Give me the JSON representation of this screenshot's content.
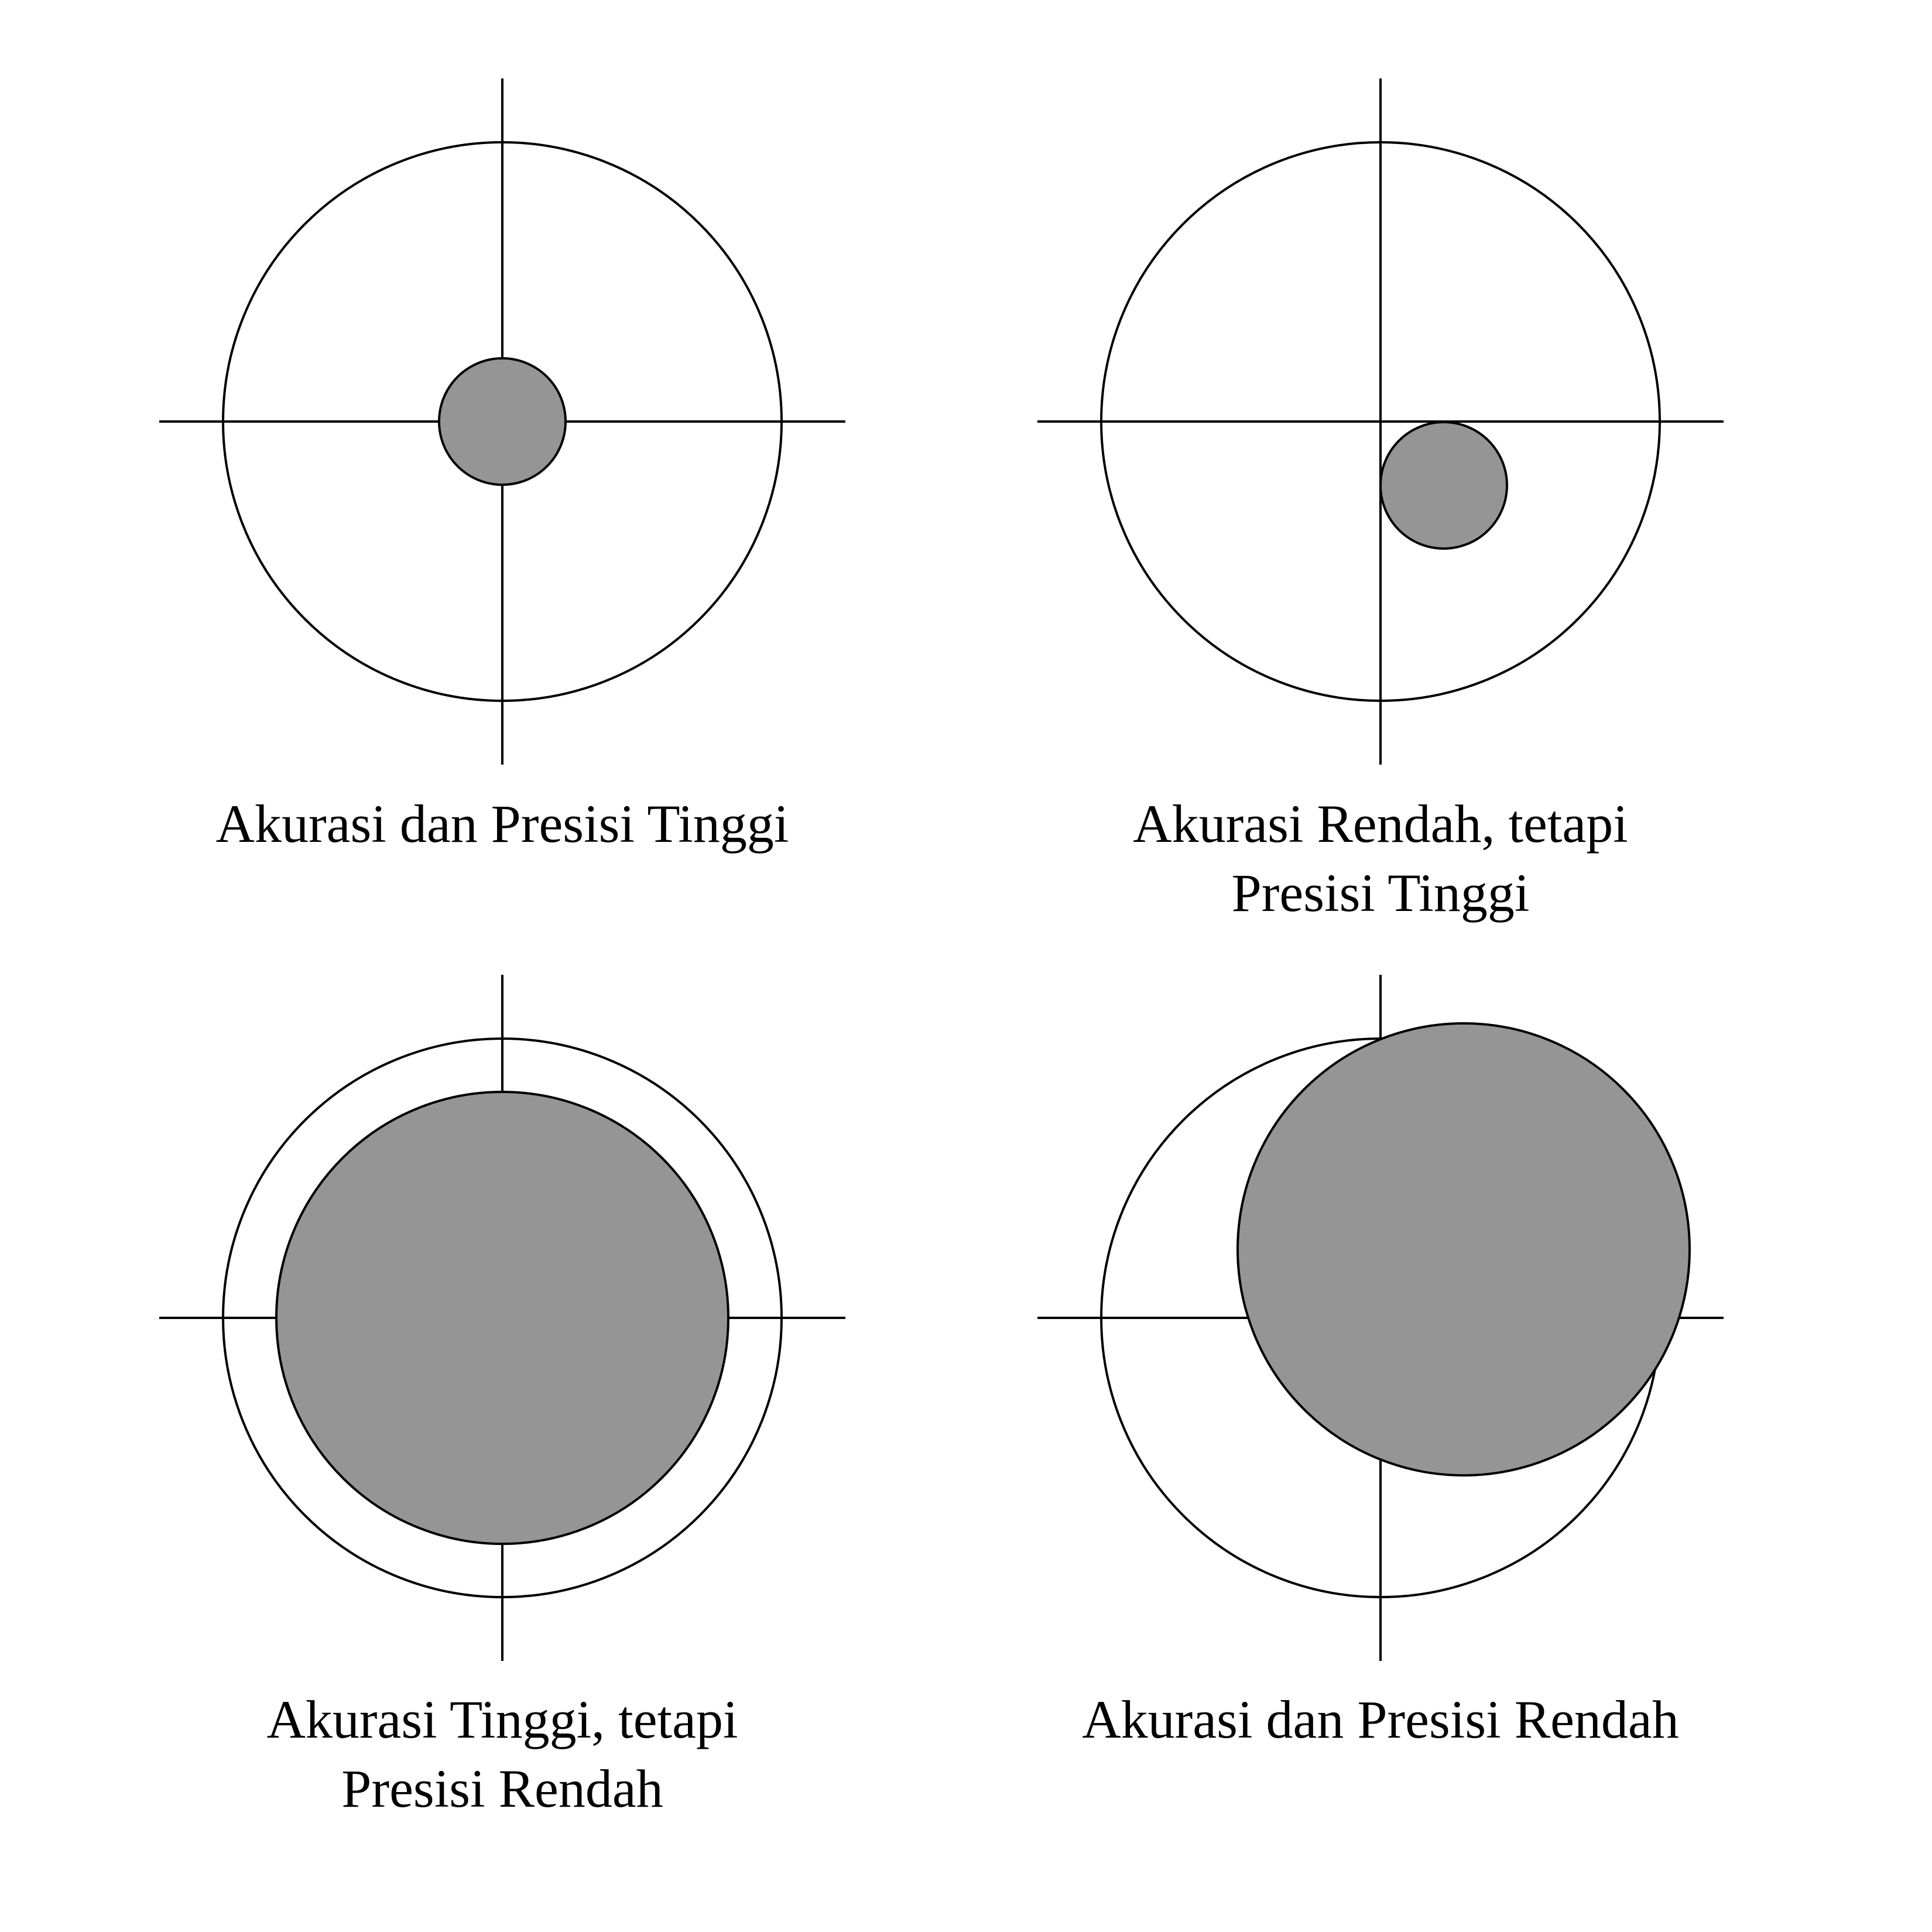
{
  "colors": {
    "line": "#000000",
    "fill": "#959595",
    "background": "#ffffff"
  },
  "panels": [
    {
      "caption_lines": [
        "Akurasi dan Presisi Tinggi"
      ],
      "accuracy": "high",
      "precision": "high"
    },
    {
      "caption_lines": [
        "Akurasi Rendah, tetapi",
        "Presisi Tinggi"
      ],
      "accuracy": "low",
      "precision": "high"
    },
    {
      "caption_lines": [
        "Akurasi Tinggi, tetapi",
        "Presisi Rendah"
      ],
      "accuracy": "high",
      "precision": "low"
    },
    {
      "caption_lines": [
        "Akurasi dan Presisi Rendah"
      ],
      "accuracy": "low",
      "precision": "low"
    }
  ]
}
